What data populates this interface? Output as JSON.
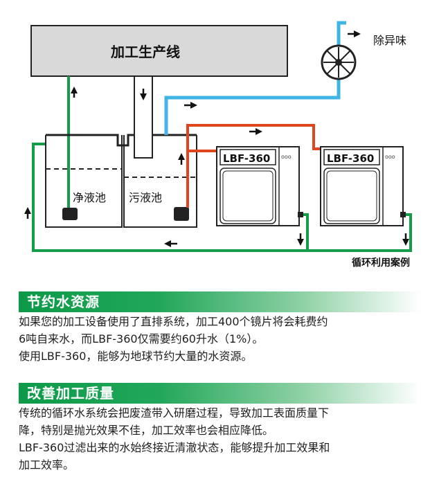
{
  "diagram": {
    "production_line_label": "加工生产线",
    "clean_tank_label": "净液池",
    "dirty_tank_label": "污液池",
    "unit1_model": "LBF-360",
    "unit2_model": "LBF-360",
    "unit_dots": "ooo",
    "deodorize_label": "除异味",
    "caption": "循环利用案例",
    "colors": {
      "green_pipe": "#159c4a",
      "blue_pipe": "#41b4e6",
      "red_pipe": "#e0461e",
      "box_gray": "#d9d9d9"
    }
  },
  "sections": [
    {
      "title": "节约水资源",
      "lines": [
        "如果您的加工设备使用了直排系统，加工400个镜片将会耗费约",
        "6吨自来水，而LBF-360仅需要约60升水（1%）。",
        "使用LBF-360，能够为地球节约大量的水资源。"
      ]
    },
    {
      "title": "改善加工质量",
      "lines": [
        "传统的循环水系统会把废渣带入研磨过程，导致加工表面质量下",
        "降，特别是抛光效果不佳，加工效率也会相应降低。",
        "LBF-360过滤出来的水始终接近清澈状态，能够提升加工效果和",
        "加工效率。"
      ]
    }
  ]
}
